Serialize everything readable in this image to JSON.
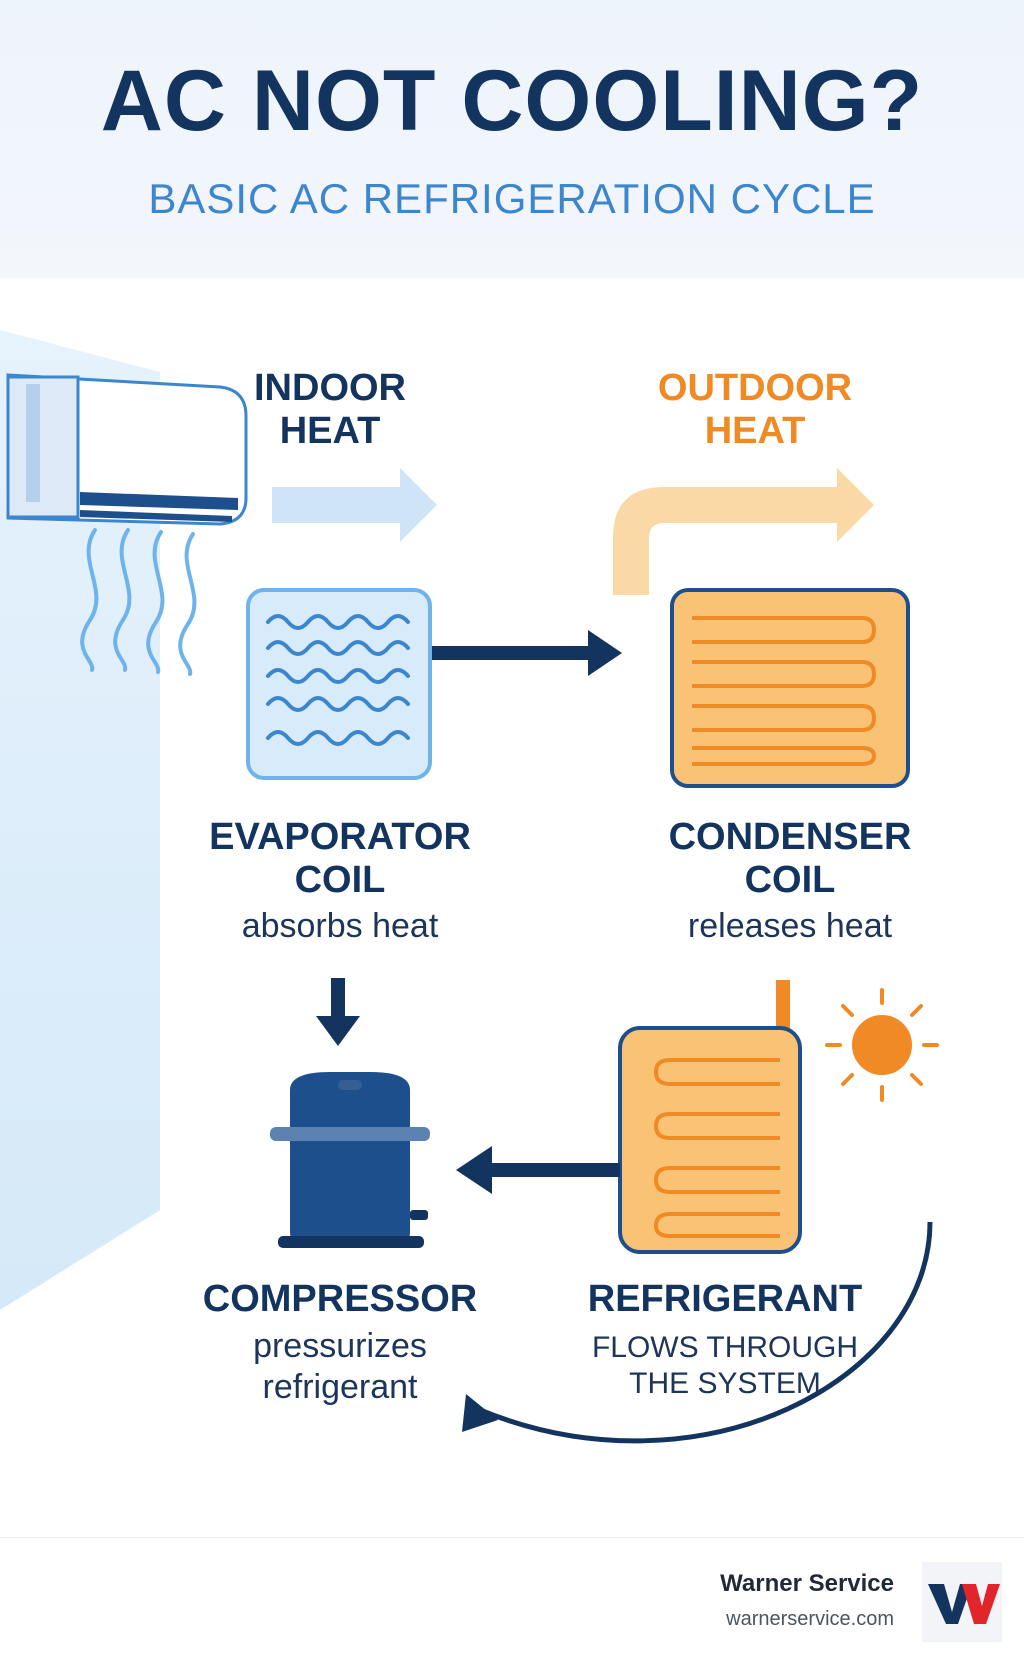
{
  "header": {
    "title": "AC NOT COOLING?",
    "subtitle": "BASIC AC REFRIGERATION CYCLE"
  },
  "diagram": {
    "indoor_heat": [
      "INDOOR",
      "HEAT"
    ],
    "outdoor_heat": [
      "OUTDOOR",
      "HEAT"
    ],
    "evaporator": {
      "title": [
        "EVAPORATOR",
        "COIL"
      ],
      "desc": [
        "absorbs heat"
      ]
    },
    "condenser": {
      "title": [
        "CONDENSER",
        "COIL"
      ],
      "desc": [
        "releases heat"
      ]
    },
    "compressor": {
      "title": [
        "COMPRESSOR"
      ],
      "desc": [
        "pressurizes",
        "refrigerant"
      ]
    },
    "refrigerant": {
      "title": [
        "REFRIGERANT"
      ],
      "desc": [
        "FLOWS THROUGH",
        "THE SYSTEM"
      ]
    }
  },
  "footer": {
    "brand_name": "Warner Service",
    "brand_url": "warnerservice.com"
  },
  "colors": {
    "navy": "#13345f",
    "blue_accent": "#3b86cc",
    "orange": "#f08a24",
    "coil_orange_fill": "#f9c274",
    "coil_blue_fill": "#d7ebfa",
    "logo_red": "#e2252b"
  },
  "icons": [
    "ac-unit-icon",
    "evaporator-coil-icon",
    "condenser-coil-icon",
    "compressor-icon",
    "refrigerant-coil-icon",
    "sun-icon",
    "brand-logo"
  ]
}
